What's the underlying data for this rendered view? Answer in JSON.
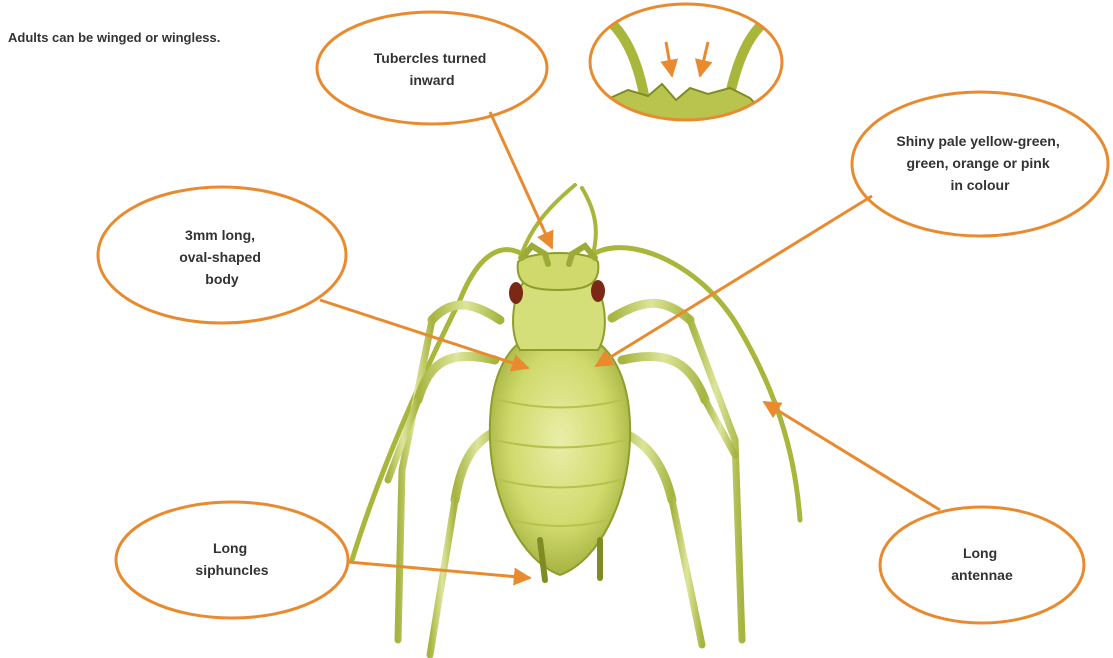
{
  "note": "Adults can be winged or wingless.",
  "colors": {
    "callout": "#e98a2f",
    "body_light": "#dfe69a",
    "body_mid": "#c3d05a",
    "body_dark": "#8f9d2c",
    "eye": "#7a2a14",
    "text": "#333333"
  },
  "callouts": [
    {
      "id": "tubercles",
      "lines": [
        "Tubercles turned",
        "inward"
      ]
    },
    {
      "id": "body",
      "lines": [
        "3mm long,",
        "oval-shaped",
        "body"
      ]
    },
    {
      "id": "colour",
      "lines": [
        "Shiny pale yellow-green,",
        "green, orange or pink",
        "in colour"
      ]
    },
    {
      "id": "siphuncles",
      "lines": [
        "Long",
        "siphuncles"
      ]
    },
    {
      "id": "antennae",
      "lines": [
        "Long",
        "antennae"
      ]
    }
  ],
  "inset": {
    "subject": "magnified head tubercles",
    "icon": "tubercle-closeup-icon"
  }
}
